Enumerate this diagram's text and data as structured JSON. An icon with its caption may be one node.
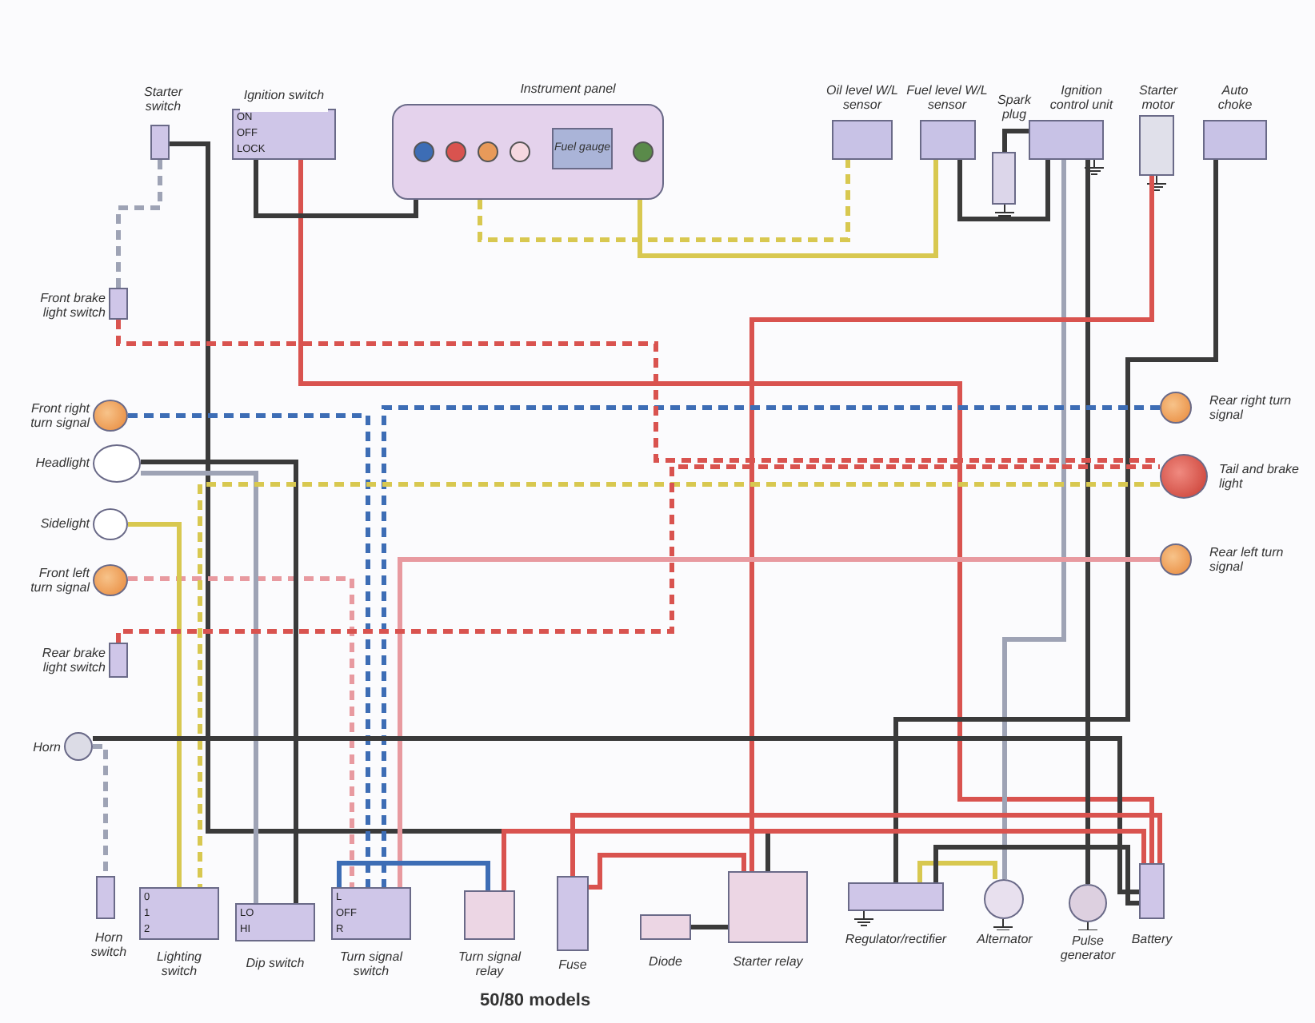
{
  "diagram": {
    "caption": "50/80 models",
    "nodes": [
      {
        "text": [
          "Starter switch"
        ]
      },
      {
        "text": [
          "Ignition switch"
        ]
      },
      {
        "text": [
          "Instrument panel"
        ]
      },
      {
        "text": [
          "Fuel gauge"
        ],
        "in": 2
      },
      {
        "text": [
          "Oil level W/L sensor"
        ]
      },
      {
        "text": [
          "Fuel level W/L sensor"
        ]
      },
      {
        "text": [
          "Spark plug"
        ]
      },
      {
        "text": [
          "Ignition control unit"
        ]
      },
      {
        "text": [
          "Starter motor"
        ]
      },
      {
        "text": [
          "Auto choke"
        ]
      },
      {
        "text": [
          "Front brake light switch"
        ]
      },
      {
        "text": [
          "Front right turn signal"
        ]
      },
      {
        "text": [
          "Headlight"
        ]
      },
      {
        "text": [
          "Sidelight"
        ]
      },
      {
        "text": [
          "Front left turn signal"
        ]
      },
      {
        "text": [
          "Rear brake light switch"
        ]
      },
      {
        "text": [
          "Horn"
        ]
      },
      {
        "text": [
          "Horn switch"
        ]
      },
      {
        "text": [
          "Lighting switch"
        ]
      },
      {
        "text": [
          "Dip switch"
        ]
      },
      {
        "text": [
          "Turn signal switch"
        ]
      },
      {
        "text": [
          "Turn signal relay"
        ]
      },
      {
        "text": [
          "Fuse"
        ]
      },
      {
        "text": [
          "Diode"
        ]
      },
      {
        "text": [
          "Starter relay"
        ]
      },
      {
        "text": [
          "Regulator/rectifier"
        ]
      },
      {
        "text": [
          "Alternator"
        ]
      },
      {
        "text": [
          "Pulse generator"
        ]
      },
      {
        "text": [
          "Battery"
        ]
      },
      {
        "text": [
          "Rear right turn signal"
        ]
      },
      {
        "text": [
          "Tail and brake light"
        ]
      },
      {
        "text": [
          "Rear left turn signal"
        ]
      }
    ],
    "edges": [
      {
        "from": 0,
        "to": 24,
        "arrow": "none"
      },
      {
        "from": 0,
        "to": 10,
        "arrow": "none",
        "style": "dashed",
        "color": "#9ea3b5"
      },
      {
        "from": 1,
        "to": 28,
        "arrow": "none",
        "color": "#d9534f"
      },
      {
        "from": 1,
        "to": 2,
        "arrow": "none"
      },
      {
        "from": 2,
        "to": 4,
        "arrow": "none",
        "style": "dashed",
        "color": "#d8c850"
      },
      {
        "from": 2,
        "to": 5,
        "arrow": "none",
        "color": "#d8c850"
      },
      {
        "from": 7,
        "to": 6,
        "arrow": "none"
      },
      {
        "from": 7,
        "to": 26,
        "arrow": "none",
        "color": "#9ea3b5"
      },
      {
        "from": 7,
        "to": 27,
        "arrow": "none"
      },
      {
        "from": 8,
        "to": 24,
        "arrow": "none",
        "color": "#d9534f"
      },
      {
        "from": 9,
        "to": 25,
        "arrow": "none"
      },
      {
        "from": 11,
        "to": 20,
        "arrow": "none",
        "style": "dashed",
        "color": "#3d6db5"
      },
      {
        "from": 29,
        "to": 20,
        "arrow": "none",
        "style": "dashed",
        "color": "#3d6db5"
      },
      {
        "from": 14,
        "to": 20,
        "arrow": "none",
        "style": "dashed",
        "color": "#e89aa0"
      },
      {
        "from": 31,
        "to": 20,
        "arrow": "none",
        "color": "#e89aa0"
      },
      {
        "from": 12,
        "to": 19,
        "arrow": "none"
      },
      {
        "from": 12,
        "to": 19,
        "arrow": "none",
        "color": "#9ea3b5"
      },
      {
        "from": 13,
        "to": 18,
        "arrow": "none",
        "color": "#d8c850"
      },
      {
        "from": 30,
        "to": 18,
        "arrow": "none",
        "style": "dashed",
        "color": "#d8c850"
      },
      {
        "from": 15,
        "to": 30,
        "arrow": "none",
        "style": "dashed",
        "color": "#d9534f"
      },
      {
        "from": 10,
        "to": 30,
        "arrow": "none",
        "style": "dashed",
        "color": "#d9534f"
      },
      {
        "from": 16,
        "to": 17,
        "arrow": "none",
        "style": "dashed",
        "color": "#9ea3b5"
      },
      {
        "from": 16,
        "to": 28,
        "arrow": "none"
      },
      {
        "from": 21,
        "to": 20,
        "arrow": "none",
        "color": "#3d6db5"
      },
      {
        "from": 21,
        "to": 28,
        "arrow": "none",
        "color": "#d9534f"
      },
      {
        "from": 22,
        "to": 28,
        "arrow": "none",
        "color": "#d9534f"
      },
      {
        "from": 22,
        "to": 24,
        "arrow": "none",
        "color": "#d9534f"
      },
      {
        "from": 23,
        "to": 24,
        "arrow": "none"
      },
      {
        "from": 25,
        "to": 26,
        "arrow": "none",
        "color": "#d8c850"
      },
      {
        "from": 25,
        "to": 28,
        "arrow": "none"
      },
      {
        "from": 5,
        "to": 7,
        "arrow": "none"
      }
    ],
    "labels": [
      "ON",
      "OFF",
      "LOCK",
      "0",
      "1",
      "2",
      "LO",
      "HI",
      "L",
      "OFF",
      "R"
    ]
  }
}
